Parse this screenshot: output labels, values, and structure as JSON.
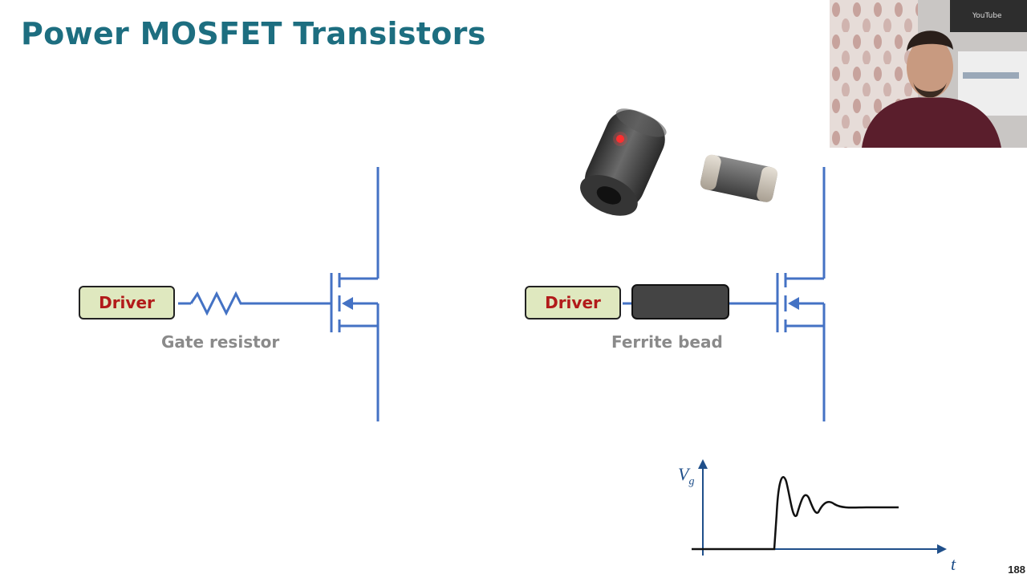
{
  "slide": {
    "title": "Power MOSFET Transistors",
    "page_number": "188"
  },
  "left_circuit": {
    "driver_label": "Driver",
    "component_caption": "Gate resistor"
  },
  "right_circuit": {
    "driver_label": "Driver",
    "component_caption": "Ferrite bead"
  },
  "waveform": {
    "y_axis_label": "V",
    "y_axis_subscript": "g",
    "x_axis_label": "t"
  },
  "webcam": {
    "sign_text": "YouTube"
  },
  "colors": {
    "title": "#1d6e80",
    "wire": "#4472c4",
    "driver_fill": "#dfe8bf",
    "driver_text": "#b21a1a",
    "caption": "#8a8a8a",
    "axis": "#1f4f8a"
  }
}
